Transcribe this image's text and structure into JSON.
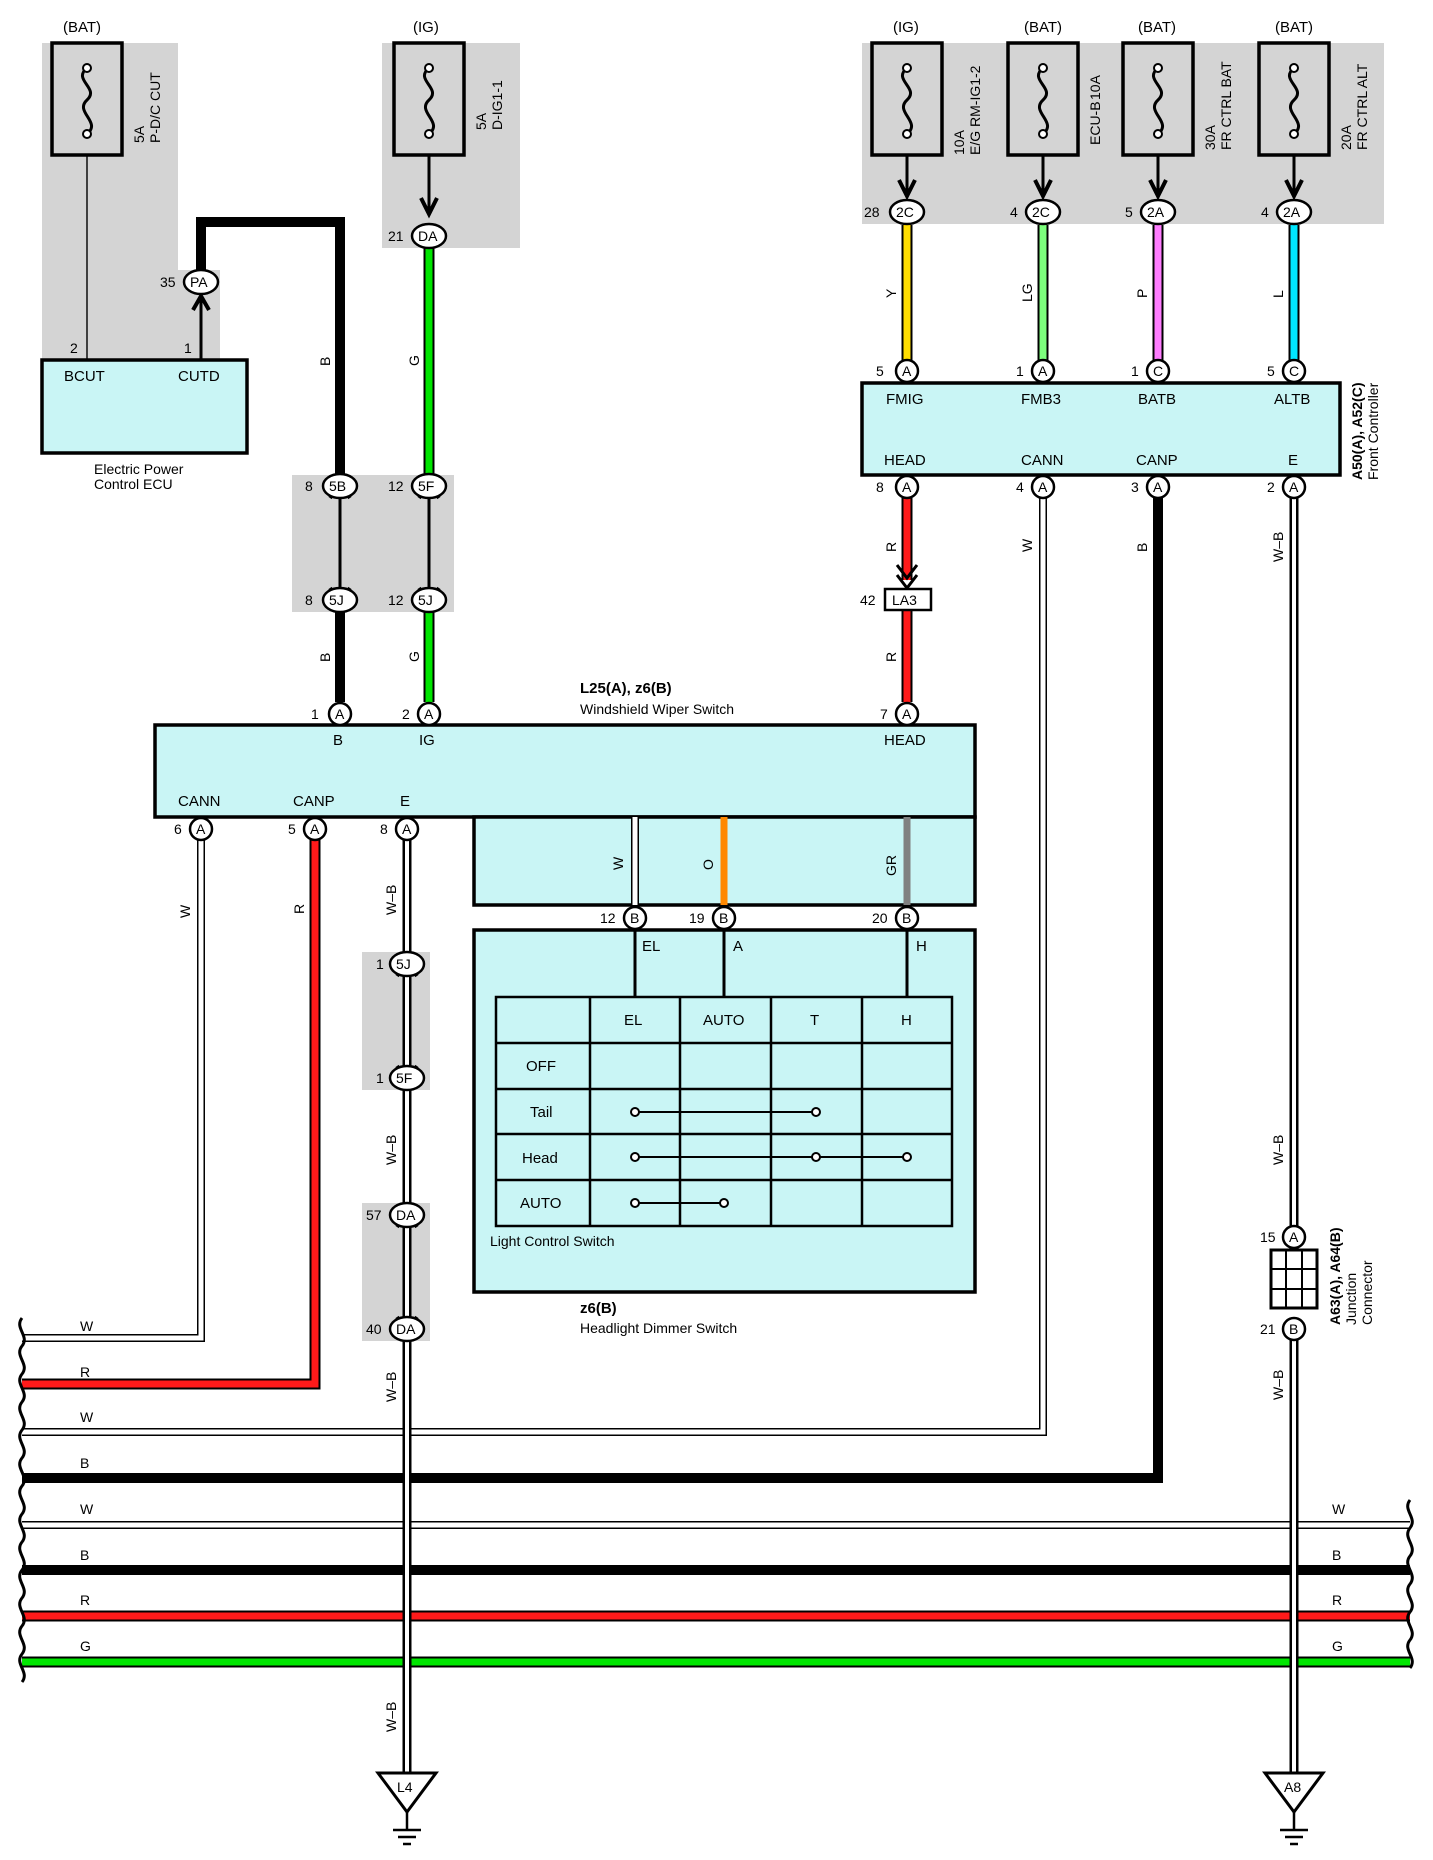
{
  "fuses": [
    {
      "supply": "(BAT)",
      "rating": "5A",
      "name": "P-D/C CUT"
    },
    {
      "supply": "(IG)",
      "rating": "5A",
      "name": "D-IG1-1"
    },
    {
      "supply": "(IG)",
      "rating": "10A",
      "name": "E/G RM-IG1-2"
    },
    {
      "supply": "(BAT)",
      "rating": "10A",
      "name": "ECU-B"
    },
    {
      "supply": "(BAT)",
      "rating": "30A",
      "name": "FR CTRL BAT"
    },
    {
      "supply": "(BAT)",
      "rating": "20A",
      "name": "FR CTRL ALT"
    }
  ],
  "components": {
    "power_ecu": {
      "name_line1": "Electric Power",
      "name_line2": "Control ECU",
      "pin_bcut": "BCUT",
      "pin_cutd": "CUTD",
      "pin_no_bcut": "2",
      "pin_no_cutd": "1"
    },
    "front_controller": {
      "code": "A50(A), A52(C)",
      "name": "Front Controller",
      "pins_top": [
        "FMIG",
        "FMB3",
        "BATB",
        "ALTB"
      ],
      "pins_bottom": [
        "HEAD",
        "CANN",
        "CANP",
        "E"
      ]
    },
    "wiper_switch": {
      "code": "L25(A), z6(B)",
      "name": "Windshield Wiper Switch",
      "pin_b": "B",
      "pin_ig": "IG",
      "pin_head": "HEAD",
      "pin_cann": "CANN",
      "pin_canp": "CANP",
      "pin_e": "E"
    },
    "dimmer_switch": {
      "code": "z6(B)",
      "name": "Headlight Dimmer Switch",
      "sub_name": "Light Control Switch",
      "term_el": "EL",
      "term_a": "A",
      "term_h": "H"
    },
    "junction": {
      "code": "A63(A), A64(B)",
      "name_line1": "Junction",
      "name_line2": "Connector"
    }
  },
  "connectors": {
    "c28": "28",
    "c2C": "2C",
    "c4": "4",
    "c5": "5",
    "c2A": "2A",
    "c35": "35",
    "cPA": "PA",
    "c21": "21",
    "cDA": "DA",
    "c8": "8",
    "c5B": "5B",
    "c5J": "5J",
    "c12": "12",
    "c5F": "5F",
    "c1": "1",
    "c2": "2",
    "c3": "3",
    "c6": "6",
    "c7": "7",
    "c19": "19",
    "c20": "20",
    "c57": "57",
    "c40": "40",
    "c15": "15",
    "cA": "A",
    "cB": "B",
    "cC": "C",
    "c42": "42",
    "cLA3": "LA3"
  },
  "wire_colors": {
    "Y": "Y",
    "LG": "LG",
    "P": "P",
    "L": "L",
    "R": "R",
    "W": "W",
    "B": "B",
    "G": "G",
    "O": "O",
    "GR": "GR",
    "WB": "W–B"
  },
  "switch_table": {
    "columns": [
      "EL",
      "AUTO",
      "T",
      "H"
    ],
    "rows": [
      "OFF",
      "Tail",
      "Head",
      "AUTO"
    ]
  },
  "grounds": [
    "L4",
    "A8"
  ],
  "colors": {
    "yellow": "#ffdd00",
    "light_green": "#7dff7d",
    "pink": "#ff7dff",
    "cyan": "#00e6ff",
    "red": "#ff1a1a",
    "green": "#00e600",
    "orange": "#ff8800",
    "gray": "#808080",
    "box": "#c9f5f5",
    "shade": "#d4d4d4"
  }
}
